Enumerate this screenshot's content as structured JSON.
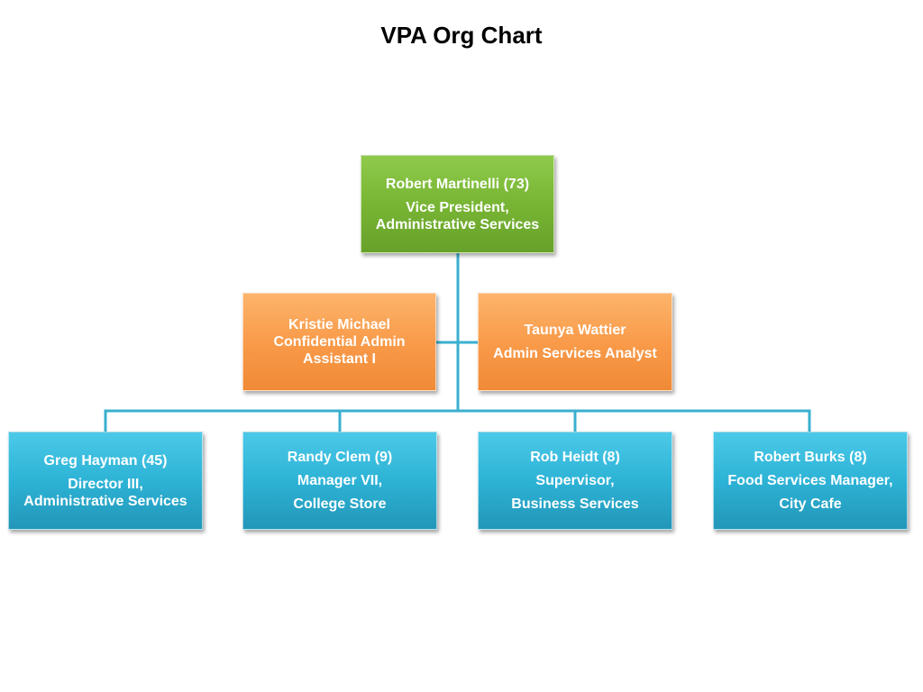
{
  "title": "VPA Org Chart",
  "colors": {
    "executive": "#78b534",
    "staff": "#f99b4a",
    "direct_report": "#2db3d6",
    "connector": "#3ab0cf"
  },
  "executive": {
    "name": "Robert Martinelli (73)",
    "role": "Vice President,\nAdministrative Services"
  },
  "staff": [
    {
      "text": "Kristie Michael\nConfidential Admin\nAssistant I"
    },
    {
      "name": "Taunya Wattier",
      "role": "Admin Services Analyst"
    }
  ],
  "direct_reports": [
    {
      "name": "Greg Hayman (45)",
      "role": "Director III,\nAdministrative Services"
    },
    {
      "name": "Randy Clem (9)",
      "role_line1": "Manager VII,",
      "role_line2": "College Store"
    },
    {
      "name": "Rob Heidt (8)",
      "role_line1": "Supervisor,",
      "role_line2": "Business Services"
    },
    {
      "name": "Robert Burks (8)",
      "role_line1": "Food Services Manager,",
      "role_line2": "City Cafe"
    }
  ]
}
